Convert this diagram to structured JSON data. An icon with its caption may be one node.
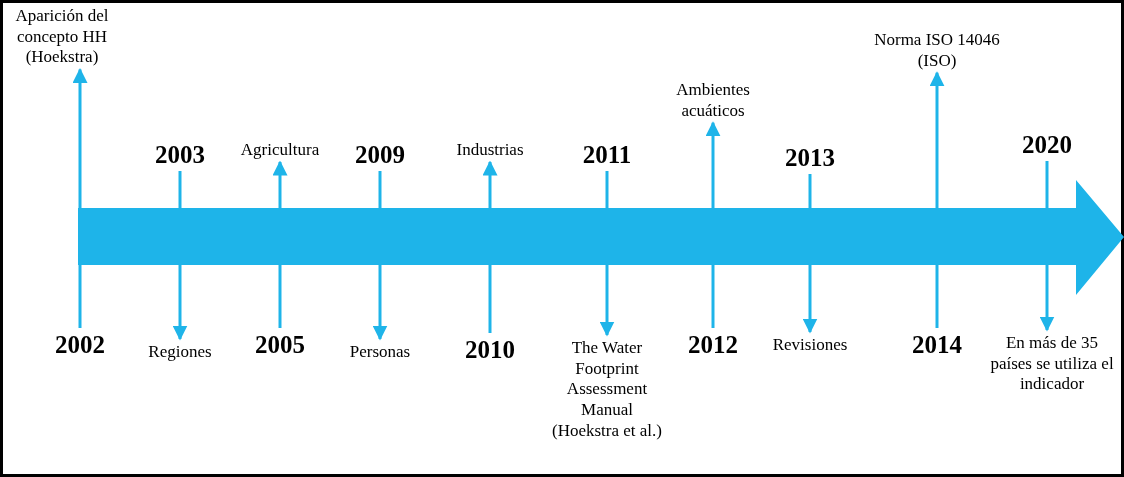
{
  "diagram": {
    "nodes": [
      {
        "text": [
          "2002"
        ]
      },
      {
        "text": [
          "Aparición del concepto HH (Hoekstra)"
        ]
      },
      {
        "text": [
          "2003"
        ]
      },
      {
        "text": [
          "Regiones"
        ]
      },
      {
        "text": [
          "2005"
        ]
      },
      {
        "text": [
          "Agricultura"
        ]
      },
      {
        "text": [
          "2009"
        ]
      },
      {
        "text": [
          "Personas"
        ]
      },
      {
        "text": [
          "2010"
        ]
      },
      {
        "text": [
          "Industrias"
        ]
      },
      {
        "text": [
          "2011"
        ]
      },
      {
        "text": [
          "The Water Footprint Assessment Manual (Hoekstra et al.)"
        ]
      },
      {
        "text": [
          "2012"
        ]
      },
      {
        "text": [
          "Ambientes acuáticos"
        ]
      },
      {
        "text": [
          "2013"
        ]
      },
      {
        "text": [
          "Revisiones"
        ]
      },
      {
        "text": [
          "2014"
        ]
      },
      {
        "text": [
          "Norma ISO 14046 (ISO)"
        ]
      },
      {
        "text": [
          "2020"
        ]
      },
      {
        "text": [
          "En más de 35 países se utiliza el indicador"
        ]
      }
    ],
    "edges": [
      {
        "from": 0,
        "to": 1,
        "arrow": "to"
      },
      {
        "from": 2,
        "to": 3,
        "arrow": "to"
      },
      {
        "from": 4,
        "to": 5,
        "arrow": "to"
      },
      {
        "from": 6,
        "to": 7,
        "arrow": "to"
      },
      {
        "from": 8,
        "to": 9,
        "arrow": "to"
      },
      {
        "from": 10,
        "to": 11,
        "arrow": "to"
      },
      {
        "from": 12,
        "to": 13,
        "arrow": "to"
      },
      {
        "from": 14,
        "to": 15,
        "arrow": "to"
      },
      {
        "from": 16,
        "to": 17,
        "arrow": "to"
      },
      {
        "from": 18,
        "to": 19,
        "arrow": "to"
      }
    ]
  }
}
